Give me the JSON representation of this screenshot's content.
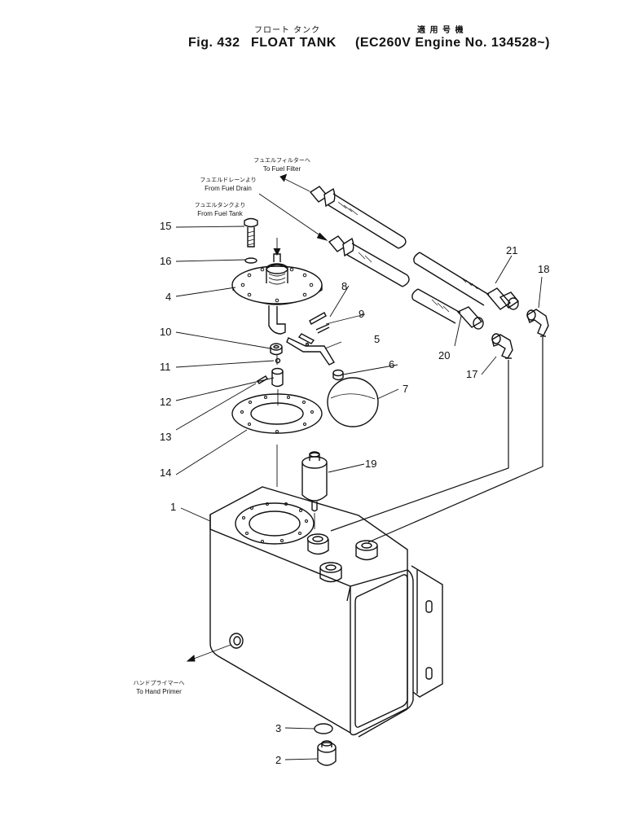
{
  "header": {
    "fig_label": "Fig. 432",
    "title_jp": "フロート タンク",
    "title_en": "FLOAT TANK",
    "applicability_jp": "適 用 号 機",
    "applicability_en": "(EC260V Engine No. 134528~)"
  },
  "notes": {
    "to_fuel_filter_jp": "フュエルフィルターへ",
    "to_fuel_filter_en": "To Fuel Filter",
    "from_fuel_drain_jp": "フュエルドレーンより",
    "from_fuel_drain_en": "From Fuel Drain",
    "from_fuel_tank_jp": "フュエルタンクより",
    "from_fuel_tank_en": "From Fuel Tank",
    "to_hand_primer_jp": "ハンドプライマーへ",
    "to_hand_primer_en": "To Hand Primer"
  },
  "callouts": [
    "1",
    "2",
    "3",
    "4",
    "5",
    "6",
    "7",
    "8",
    "9",
    "10",
    "11",
    "12",
    "13",
    "14",
    "15",
    "16",
    "17",
    "18",
    "19",
    "20",
    "21"
  ]
}
